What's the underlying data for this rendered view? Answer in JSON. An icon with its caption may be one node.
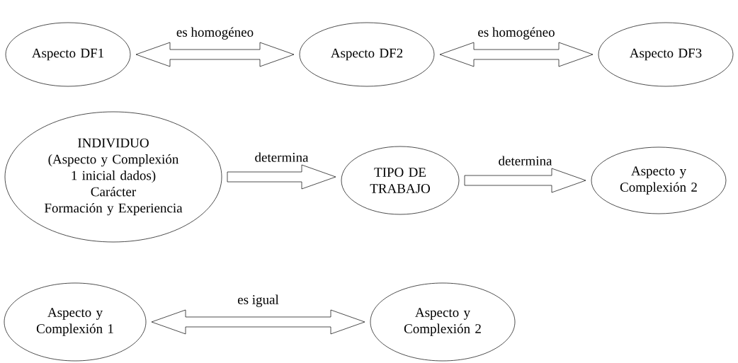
{
  "diagram": {
    "nodes": [
      {
        "text": [
          "Aspecto DF1"
        ]
      },
      {
        "text": [
          "Aspecto DF2"
        ]
      },
      {
        "text": [
          "Aspecto DF3"
        ]
      },
      {
        "text": [
          "INDIVIDUO",
          "(Aspecto y Complexión 1 inicial dados)",
          "Carácter",
          "Formación y Experiencia"
        ]
      },
      {
        "text": [
          "TIPO DE TRABAJO"
        ]
      },
      {
        "text": [
          "Aspecto y Complexión 2"
        ]
      },
      {
        "text": [
          "Aspecto y Complexión 1"
        ]
      },
      {
        "text": [
          "Aspecto y Complexión 2"
        ]
      }
    ],
    "edges": [
      {
        "from": 0,
        "to": 1,
        "arrow": "both",
        "label": "es homogéneo"
      },
      {
        "from": 1,
        "to": 2,
        "arrow": "both",
        "label": "es homogéneo"
      },
      {
        "from": 3,
        "to": 4,
        "arrow": "to",
        "label": "determina"
      },
      {
        "from": 4,
        "to": 5,
        "arrow": "to",
        "label": "determina"
      },
      {
        "from": 6,
        "to": 7,
        "arrow": "both",
        "label": "es igual"
      }
    ]
  }
}
